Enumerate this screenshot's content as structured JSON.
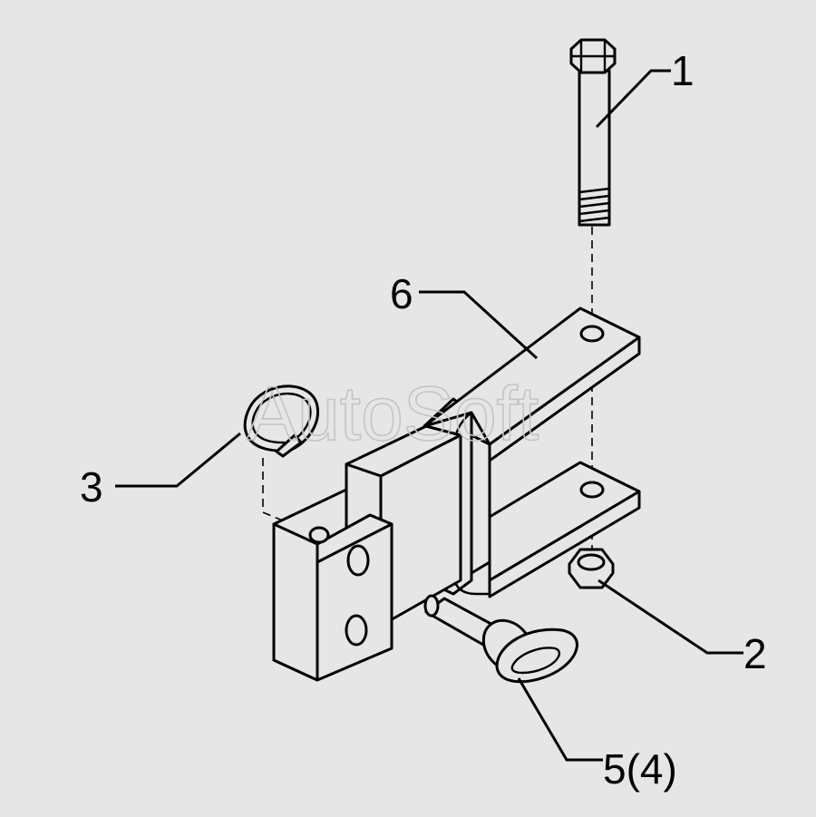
{
  "diagram": {
    "watermark": "AutoSoft",
    "callouts": {
      "bolt": "1",
      "nut": "2",
      "ring": "3",
      "pin": "5(4)",
      "bracket": "6"
    },
    "colors": {
      "background": "#e6e6e6",
      "line": "#000000",
      "watermark": "#c4c4c4"
    }
  }
}
